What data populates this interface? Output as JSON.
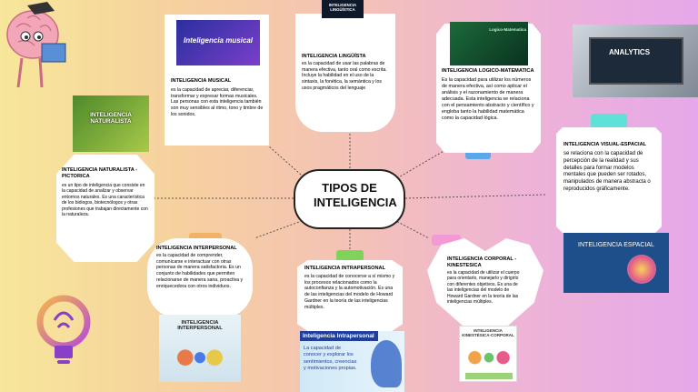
{
  "center": {
    "title": "TIPOS DE INTELIGENCIA"
  },
  "musical": {
    "image_label": "Inteligencia musical",
    "title": "INTELIGENCIA MUSICAL",
    "text": "es la capacidad de apreciar, diferenciar, transformar y expresar formas musicales. Las personas con esta inteligencia también son muy sensibles al ritmo, tono y timbre de los sonidos."
  },
  "linguistica": {
    "image_label": "INTELIGENCIA LINGÜÍSTICA",
    "title": "INTELIGENCIA LINGÜÍSTA",
    "text": "es la capacidad de usar las palabras de manera efectiva, tanto oral como escrita. Incluye la habilidad en el uso de la sintaxis, la fonética, la semántica y los usos pragmáticos del lenguaje"
  },
  "logica": {
    "image_label": "Logico-Matematica",
    "title": "INTELIGENCIA LOGICO-MATEMATICA",
    "text": "Es la capacidad para utilizar los números de manera efectiva, así como aplicar el análisis y el razonamiento de manera adecuada. Esta inteligencia se relaciona con el pensamiento abstracto y científico y engloba tanto la habilidad matemática como la capacidad lógica."
  },
  "analytics": {
    "label": "ANALYTICS"
  },
  "naturalista": {
    "image_label": "INTELIGENCIA NATURALISTA",
    "title": "INTELIGENCIA NATURALISTA - PICTORICA",
    "text": "es un tipo de inteligencia que consiste en la capacidad de analizar y observar entornos naturales. Es una característica de los biólogos, biotecnólogos y otras profesiones que trabajan directamente con la naturaleza."
  },
  "visual": {
    "title": "INTELIGENCIA VISUAL-ESPACIAL",
    "text": "se relaciona con la capacidad de percepción de la realidad y sus detalles para formar modelos mentales que pueden ser rotados, manipulados de manera abstracta o reproducidos gráficamente.",
    "image_label": "INTELIGENCIA ESPACIAL"
  },
  "interpersonal": {
    "title": "INTELIGENCIA INTERPERSONAL",
    "text": "es la capacidad de comprender, comunicarse e interactuar con otras personas de manera satisfactoria. Es un conjunto de habilidades que permiten relacionarse de manera sana, proactiva y enriquecedora con otros individuos.",
    "image_label": "INTELIGENCIA INTERPERSONAL"
  },
  "intrapersonal": {
    "title": "INTELIGENCIA INTRAPERSONAL",
    "text": "es la capacidad de conocerse a sí mismo y los procesos relacionados como la autoconfianza y la automotivación. Es una de las inteligencias del modelo de Howard Gardner en la teoría de las inteligencias múltiples.",
    "image_title": "Inteligencia Intrapersonal",
    "image_text": "La capacidad de conocer y explorar los sentimientos, creencias y motivaciones propias."
  },
  "corporal": {
    "title": "INTELIGENCIA CORPORAL - KINESTESICA",
    "text": "es la capacidad de utilizar el cuerpo para orientarlo, manejarlo y dirigirlo con diferentes objetivos. Es una de las inteligencias del modelo de Howard Gardner en la teoría de las inteligencias múltiples.",
    "image_label": "INTELIGENCIA KINESTÉSICA-CORPORAL"
  },
  "colors": {
    "accent_green": "#7fd35a",
    "accent_teal": "#5fe0d8",
    "accent_orange": "#f2b266",
    "accent_blue": "#5aa8e8",
    "accent_pink": "#f39ad6"
  }
}
